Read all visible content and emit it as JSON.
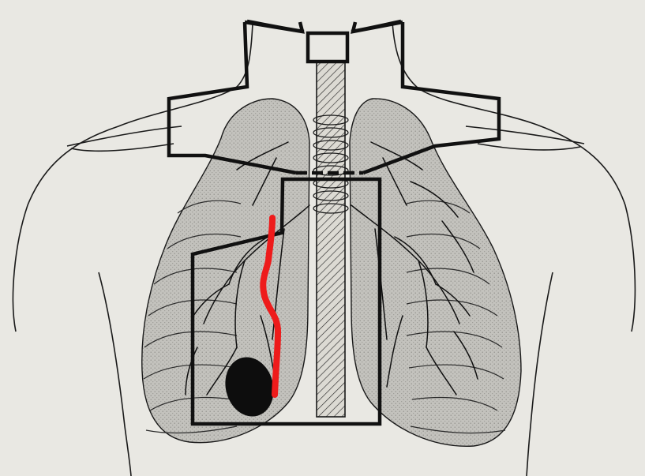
{
  "diagram": {
    "subject": "chest-anatomy-illustration",
    "labels": [],
    "colors": {
      "background": "#e9e8e3",
      "ink": "#141414",
      "lung_fill": "#b9b8b3",
      "trachea_fill": "#d8d6cf",
      "mass": "#0d0d0d",
      "highlight_path": "#ee1b1b"
    },
    "regions": [
      "torso-outline",
      "neck-outline",
      "right-lung",
      "left-lung",
      "trachea",
      "thoracic-region-diagram",
      "lesion-mass",
      "highlighted-path"
    ]
  }
}
